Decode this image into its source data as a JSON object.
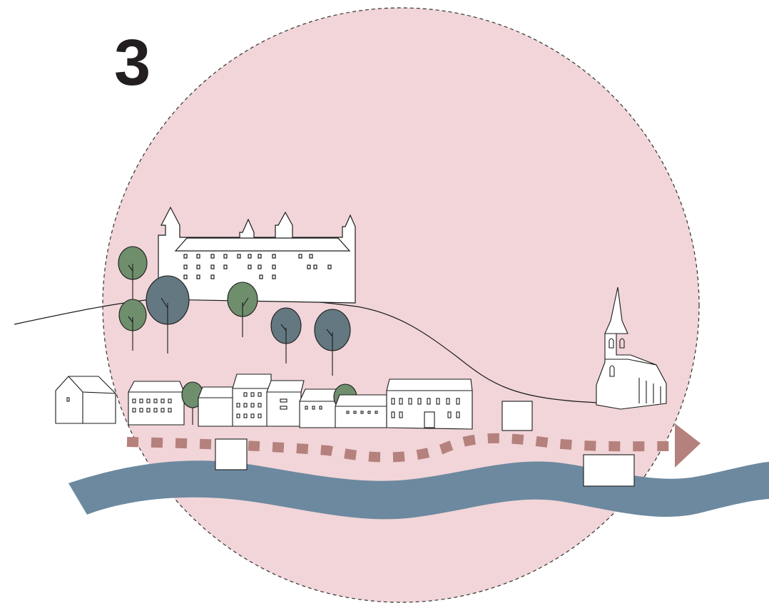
{
  "step_number": "3",
  "colors": {
    "circle_fill": "#f1d5d8",
    "river": "#6c899f",
    "route": "#b5817c",
    "tree_green": "#6e8e6c",
    "tree_slate": "#637880",
    "outline": "#1a1a1a",
    "building_fill": "#ffffff"
  },
  "landmarks": [
    "hill-castle",
    "gothic-church",
    "old-town-row",
    "hillside-trees"
  ],
  "route": {
    "style": "dashed",
    "direction": "right"
  }
}
